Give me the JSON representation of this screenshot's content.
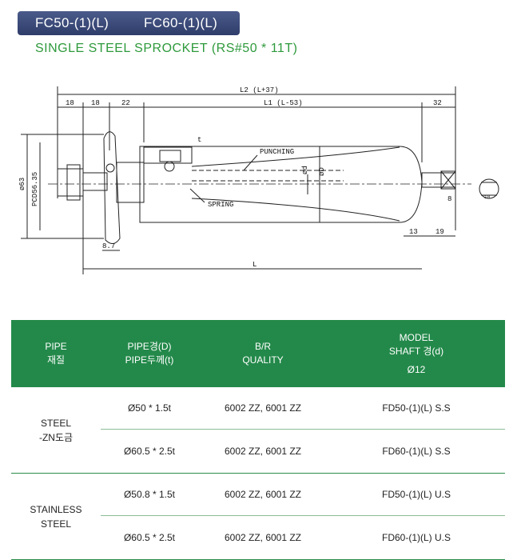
{
  "header": {
    "model_a": "FC50-(1)(L)",
    "model_b": "FC60-(1)(L)",
    "subtitle": "SINGLE STEEL SPROCKET (RS#50 * 11T)"
  },
  "drawing": {
    "dims": {
      "l2": "L2 (L+37)",
      "l1": "L1 (L-53)",
      "d18a": "18",
      "d18b": "18",
      "d22": "22",
      "d32": "32",
      "phi63": "ø63",
      "pcd": "PCD56.35",
      "d8_7": "8.7",
      "l": "L",
      "d13": "13",
      "d19": "19",
      "d8": "8",
      "d10": "10",
      "t": "t",
      "phid": "ød",
      "phiD": "øD"
    },
    "labels": {
      "punching": "PUNCHING",
      "spring": "SPRING"
    }
  },
  "table": {
    "headers": {
      "material": [
        "PIPE",
        "재질"
      ],
      "pipe": [
        "PIPE경(D)",
        "PIPE두께(t)"
      ],
      "bearing": [
        "B/R",
        "QUALITY"
      ],
      "model": [
        "MODEL",
        "SHAFT 경(d)",
        "",
        "Ø12"
      ]
    },
    "groups": [
      {
        "material": [
          "STEEL",
          "-ZN도금"
        ],
        "rows": [
          {
            "pipe": "Ø50 * 1.5t",
            "bearing": "6002 ZZ, 6001 ZZ",
            "model": "FD50-(1)(L) S.S"
          },
          {
            "pipe": "Ø60.5 * 2.5t",
            "bearing": "6002 ZZ, 6001 ZZ",
            "model": "FD60-(1)(L) S.S"
          }
        ]
      },
      {
        "material": [
          "STAINLESS",
          "STEEL"
        ],
        "rows": [
          {
            "pipe": "Ø50.8 * 1.5t",
            "bearing": "6002 ZZ, 6001 ZZ",
            "model": "FD50-(1)(L) U.S"
          },
          {
            "pipe": "Ø60.5 * 2.5t",
            "bearing": "6002 ZZ, 6001 ZZ",
            "model": "FD60-(1)(L) U.S"
          }
        ]
      }
    ]
  }
}
